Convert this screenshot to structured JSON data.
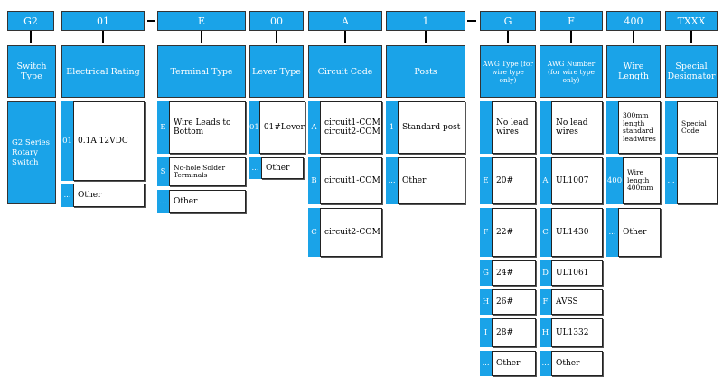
{
  "connector": "—",
  "columns": [
    {
      "id": "switch-type",
      "code": "G2",
      "header": "Switch Type",
      "options": [
        {
          "key": "",
          "label": "G2 Series Rotary Switch"
        }
      ]
    },
    {
      "id": "electrical-rating",
      "code": "01",
      "header": "Electrical Rating",
      "options": [
        {
          "key": "01",
          "label": "0.1A 12VDC"
        },
        {
          "key": "...",
          "label": "Other"
        }
      ]
    },
    {
      "id": "terminal-type",
      "code": "E",
      "header": "Terminal Type",
      "options": [
        {
          "key": "E",
          "label": "Wire Leads to Bottom"
        },
        {
          "key": "S",
          "label": "No-hole Solder Terminals"
        },
        {
          "key": "...",
          "label": "Other"
        }
      ]
    },
    {
      "id": "lever-type",
      "code": "00",
      "header": "Lever Type",
      "options": [
        {
          "key": "01",
          "label": "01#Lever"
        },
        {
          "key": "...",
          "label": "Other"
        }
      ]
    },
    {
      "id": "circuit-code",
      "code": "A",
      "header": "Circuit Code",
      "options": [
        {
          "key": "A",
          "label": "circuit1-COM circuit2-COM"
        },
        {
          "key": "B",
          "label": "circuit1-COM"
        },
        {
          "key": "C",
          "label": "circuit2-COM"
        }
      ]
    },
    {
      "id": "posts",
      "code": "1",
      "header": "Posts",
      "options": [
        {
          "key": "1",
          "label": "Standard post"
        },
        {
          "key": "...",
          "label": "Other"
        }
      ]
    },
    {
      "id": "awg-type",
      "code": "G",
      "header": "AWG Type (for wire type only)",
      "options": [
        {
          "key": "",
          "label": "No lead wires"
        },
        {
          "key": "E",
          "label": "20#"
        },
        {
          "key": "F",
          "label": "22#"
        },
        {
          "key": "G",
          "label": "24#"
        },
        {
          "key": "H",
          "label": "26#"
        },
        {
          "key": "I",
          "label": "28#"
        },
        {
          "key": "...",
          "label": "Other"
        }
      ]
    },
    {
      "id": "awg-number",
      "code": "F",
      "header": "AWG Number (for wire type only)",
      "options": [
        {
          "key": "",
          "label": "No lead wires"
        },
        {
          "key": "A",
          "label": "UL1007"
        },
        {
          "key": "C",
          "label": "UL1430"
        },
        {
          "key": "D",
          "label": "UL1061"
        },
        {
          "key": "F",
          "label": "AVSS"
        },
        {
          "key": "H",
          "label": "UL1332"
        },
        {
          "key": "...",
          "label": "Other"
        }
      ]
    },
    {
      "id": "wire-length",
      "code": "400",
      "header": "Wire Length",
      "options": [
        {
          "key": "",
          "label": "300mm length standard leadwires"
        },
        {
          "key": "400",
          "label": "Wire length 400mm"
        },
        {
          "key": "...",
          "label": "Other"
        }
      ]
    },
    {
      "id": "special-designator",
      "code": "TXXX",
      "header": "Special Designator",
      "options": [
        {
          "key": "",
          "label": "Special Code"
        },
        {
          "key": "...",
          "label": ""
        }
      ]
    }
  ]
}
